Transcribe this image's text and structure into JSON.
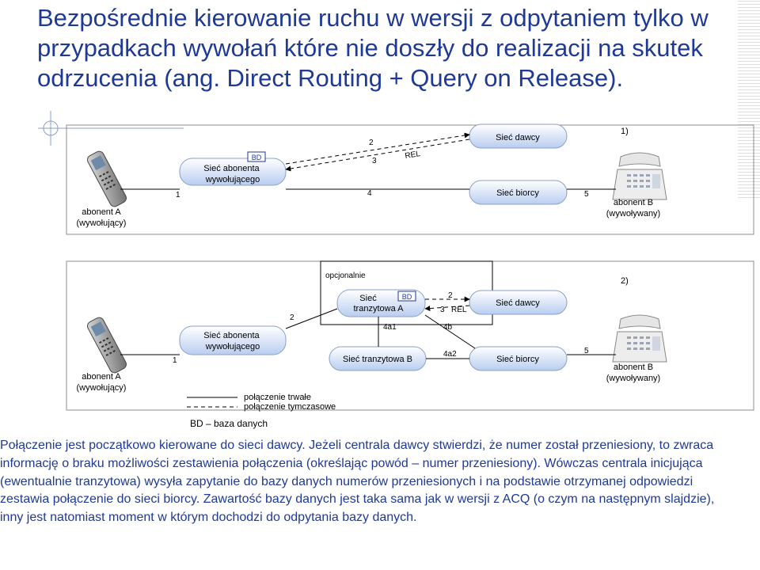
{
  "title": "Bezpośrednie kierowanie ruchu w wersji z odpytaniem tylko w przypadkach wywołań które nie doszły do realizacji na skutek odrzucenia  (ang. Direct Routing + Query on Release).",
  "colors": {
    "title": "#1f3a96",
    "box_fill_start": "#ffffff",
    "box_fill_end": "#b9cdf0",
    "box_stroke": "#8aa0c8"
  },
  "scenario1": {
    "label": "1)",
    "caller_label": "abonent A",
    "caller_role": "(wywołujący)",
    "callee_label": "abonent B",
    "callee_role": "(wywoływany)",
    "caller_network": "Sieć abonenta wywołującego",
    "db_badge": "BD",
    "donor_network": "Sieć dawcy",
    "recipient_network": "Sieć biorcy",
    "steps": {
      "s1": "1",
      "s2": "2",
      "s3": "3",
      "s4": "4",
      "s5": "5"
    },
    "rel": "REL"
  },
  "scenario2": {
    "label": "2)",
    "optional": "opcjonalnie",
    "caller_label": "abonent A",
    "caller_role": "(wywołujący)",
    "callee_label": "abonent B",
    "callee_role": "(wywoływany)",
    "caller_network": "Sieć abonenta wywołującego",
    "transit_a": "Sieć tranzytowa A",
    "db_badge": "BD",
    "donor_network": "Sieć dawcy",
    "transit_b": "Sieć tranzytowa B",
    "recipient_network": "Sieć biorcy",
    "steps": {
      "s1": "1",
      "s2a": "2",
      "s2b": "2",
      "s3": "3",
      "s4a1": "4a1",
      "s4b": "4b",
      "s4a2": "4a2",
      "s5": "5"
    },
    "rel": "REL"
  },
  "legend": {
    "permanent": "połączenie trwałe",
    "temporary": "połączenie tymczasowe",
    "bd": "BD – baza danych"
  },
  "description": "Połączenie jest początkowo kierowane do sieci dawcy. Jeżeli centrala dawcy stwierdzi, że numer został przeniesiony, to zwraca informację o braku możliwości zestawienia połączenia (określając powód – numer przeniesiony). Wówczas centrala inicjująca (ewentualnie tranzytowa) wysyła zapytanie do bazy danych numerów przeniesionych i na podstawie otrzymanej odpowiedzi zestawia połączenie do sieci biorcy. Zawartość bazy danych jest taka sama jak w wersji z ACQ (o czym na następnym slajdzie), inny jest natomiast moment w którym dochodzi do odpytania bazy danych."
}
